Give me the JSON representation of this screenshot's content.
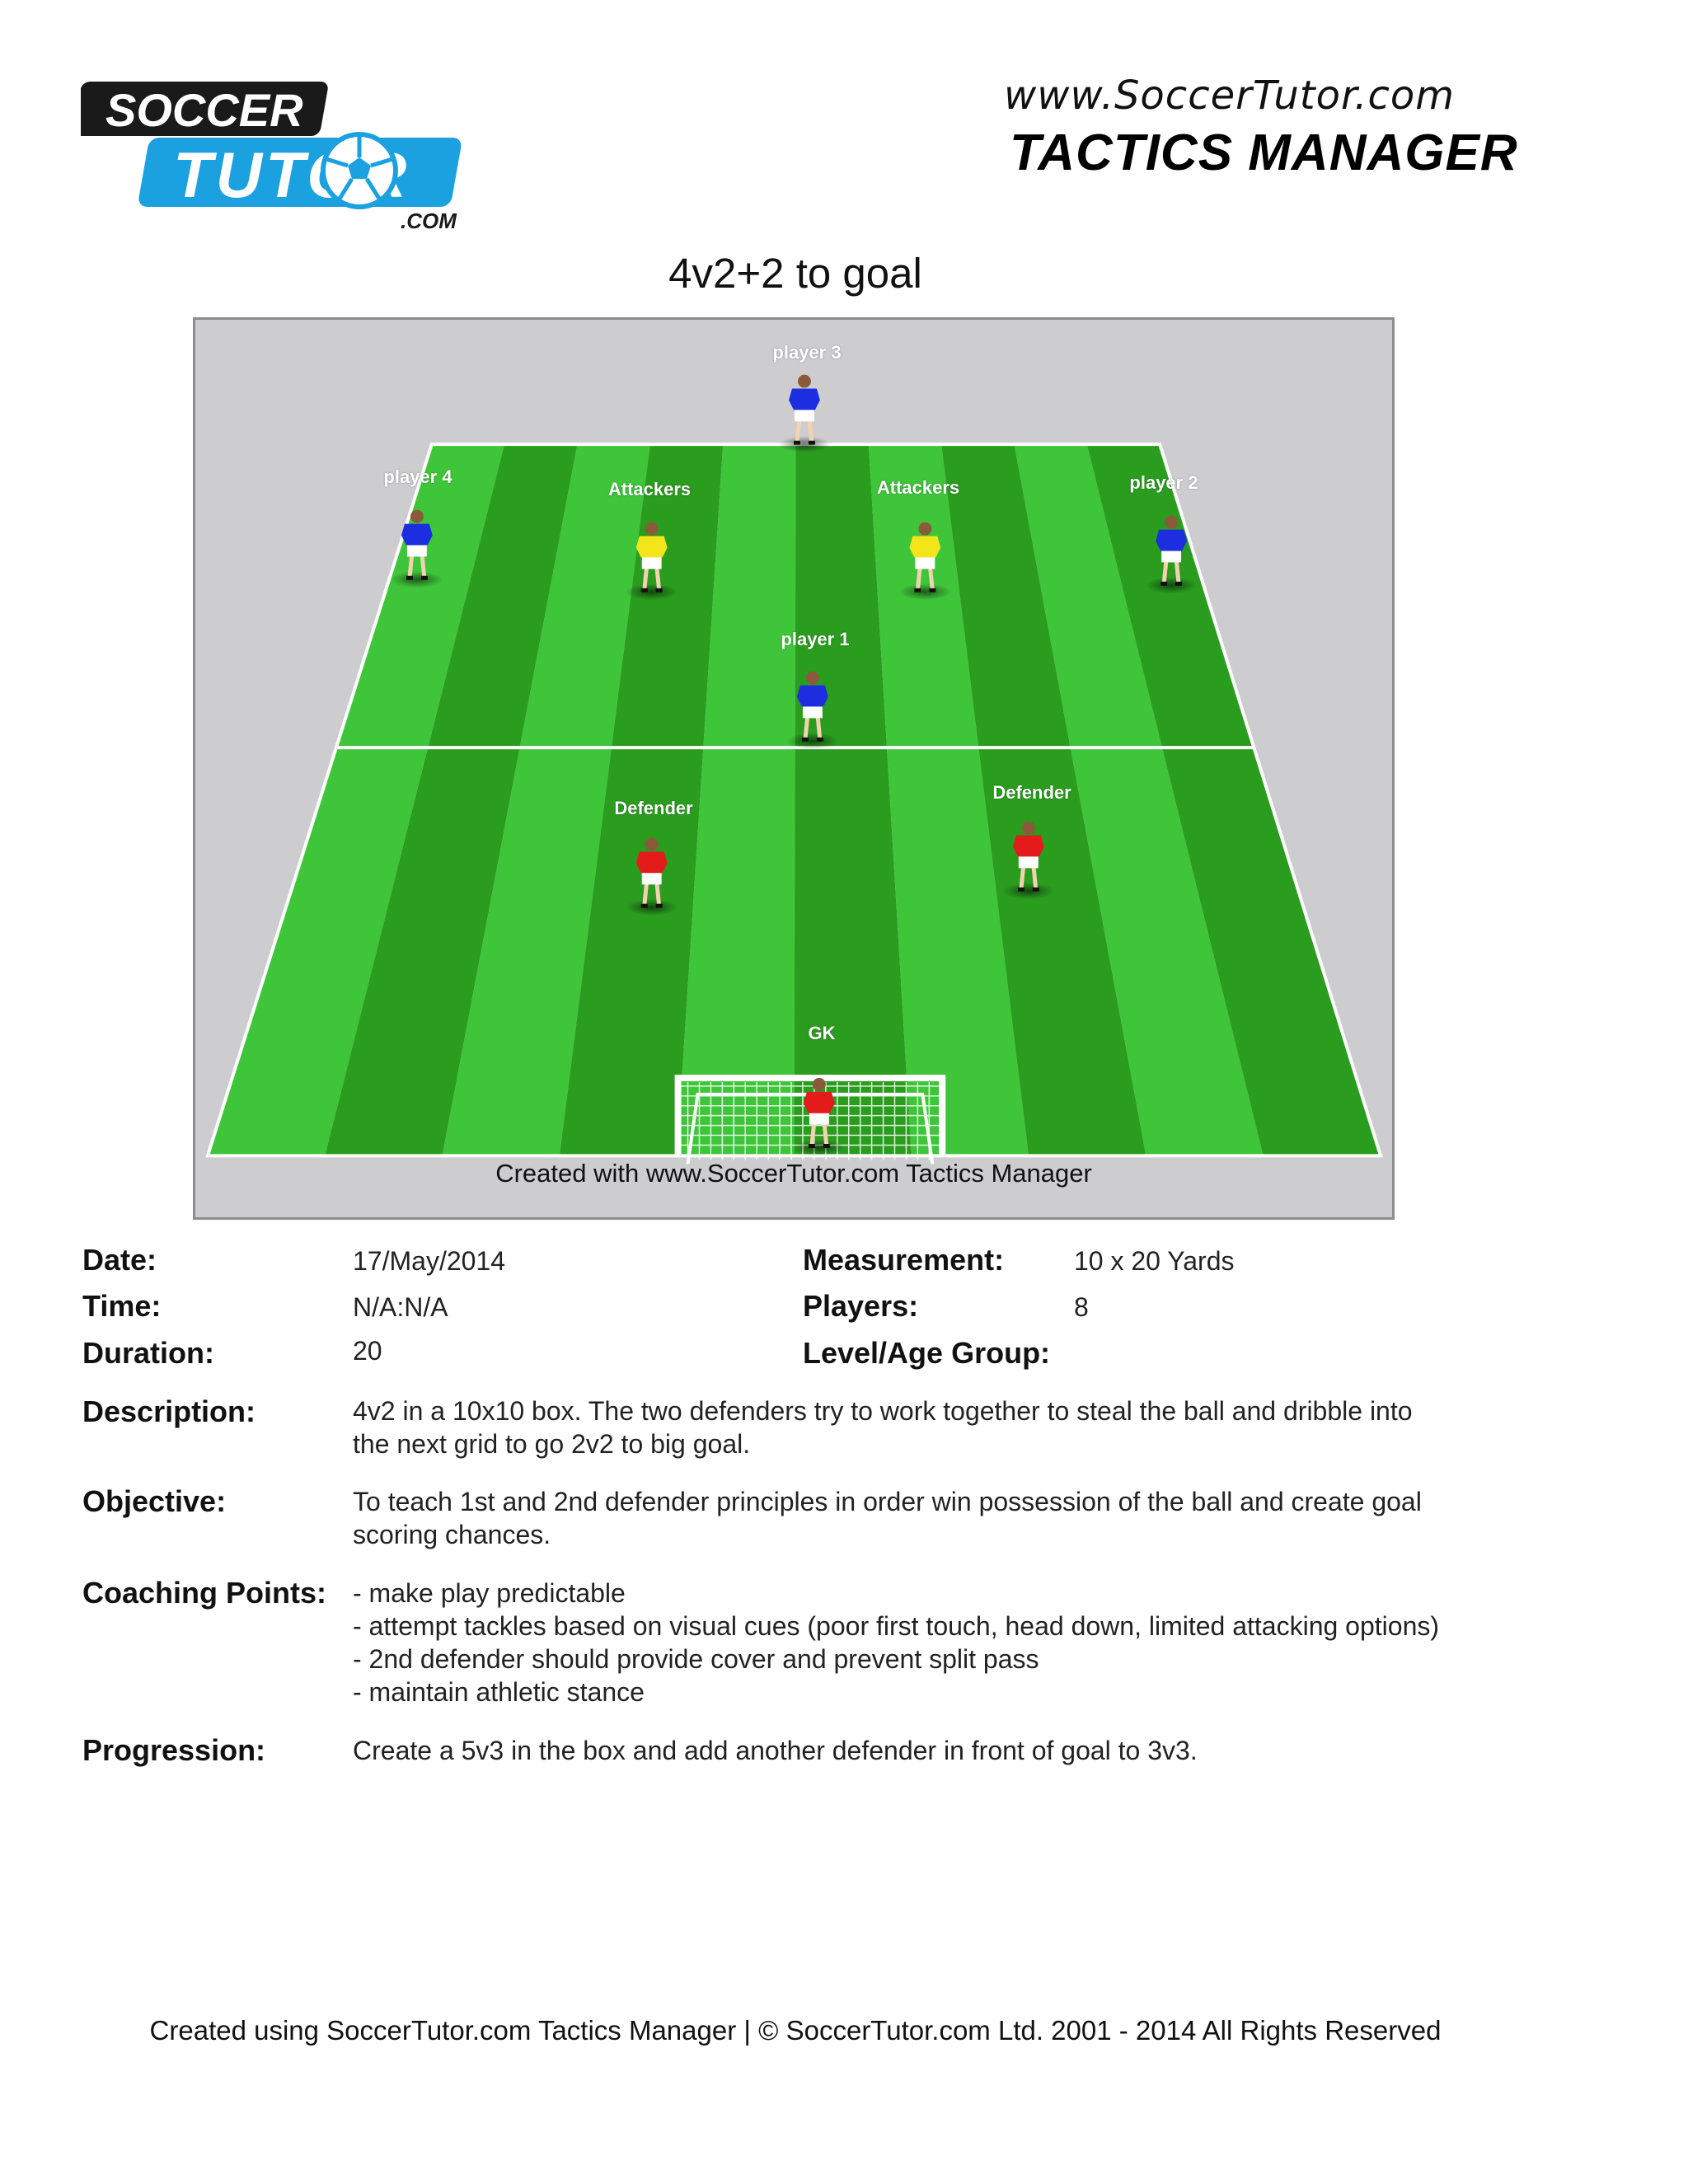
{
  "header": {
    "logo_text_top": "SOCCER",
    "logo_text_bottom": "TUTOR",
    "logo_text_suffix": ".COM",
    "site_url": "www.SoccerTutor.com",
    "app_title": "TACTICS MANAGER"
  },
  "session": {
    "title": "4v2+2 to goal"
  },
  "diagram": {
    "watermark": "Created with www.SoccerTutor.com Tactics Manager",
    "colors": {
      "grass_light": "#3fc53a",
      "grass_dark": "#2a9d1f",
      "team_blue": "#1d2de0",
      "team_yellow": "#f2e61a",
      "team_red": "#e31b1b"
    },
    "players": [
      {
        "label": "player 3",
        "team": "blue"
      },
      {
        "label": "player 4",
        "team": "blue"
      },
      {
        "label": "Attackers",
        "team": "yellow"
      },
      {
        "label": "Attackers",
        "team": "yellow"
      },
      {
        "label": "player 2",
        "team": "blue"
      },
      {
        "label": "player 1",
        "team": "blue"
      },
      {
        "label": "Defender",
        "team": "red"
      },
      {
        "label": "Defender",
        "team": "red"
      },
      {
        "label": "GK",
        "team": "red"
      }
    ]
  },
  "details": {
    "date_label": "Date:",
    "date_value": "17/May/2014",
    "time_label": "Time:",
    "time_value": "N/A:N/A",
    "duration_label": "Duration:",
    "duration_value": "20",
    "measurement_label": "Measurement:",
    "measurement_value": "10 x 20 Yards",
    "players_label": "Players:",
    "players_value": "8",
    "level_label": "Level/Age Group:",
    "level_value": "",
    "description_label": "Description:",
    "description_line1": "4v2 in a 10x10 box. The two defenders try to work together to steal the ball and dribble into",
    "description_line2": "the next grid to go 2v2 to big goal.",
    "objective_label": "Objective:",
    "objective_line1": "To teach 1st and 2nd defender principles in order win possession of the ball and create goal",
    "objective_line2": "scoring chances.",
    "coaching_label": "Coaching Points:",
    "coaching_points": [
      "- make play predictable",
      "- attempt tackles based on visual cues (poor first touch, head down, limited attacking options)",
      "- 2nd defender should provide cover and prevent split pass",
      "- maintain athletic stance"
    ],
    "progression_label": "Progression:",
    "progression_value": "Create a 5v3 in the box and add another defender in front of goal to 3v3."
  },
  "footer": {
    "text": "Created using SoccerTutor.com Tactics Manager | © SoccerTutor.com Ltd. 2001 - 2014 All Rights Reserved"
  }
}
